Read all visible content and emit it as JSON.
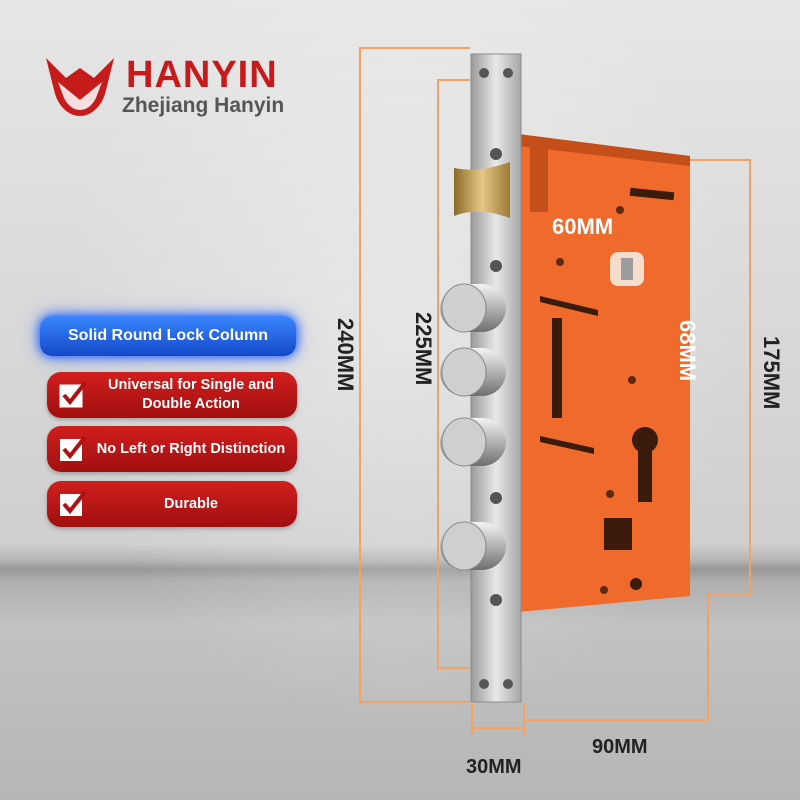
{
  "brand": {
    "name": "HANYIN",
    "subtitle": "Zhejiang Hanyin",
    "logo_icon": "hanyin-logo-icon",
    "brand_color": "#c71b1b"
  },
  "features": {
    "highlight": "Solid Round Lock Column",
    "items": [
      {
        "label": "Universal for Single and Double Action",
        "icon": "checkbox-icon"
      },
      {
        "label": "No Left or Right Distinction",
        "icon": "checkbox-icon"
      },
      {
        "label": "Durable",
        "icon": "checkbox-icon"
      }
    ]
  },
  "dimensions": {
    "total_height": "240MM",
    "bolt_span": "225MM",
    "body_height": "175MM",
    "backset": "60MM",
    "center_distance": "68MM",
    "faceplate_width": "30MM",
    "body_depth": "90MM"
  },
  "colors": {
    "lock_body": "#f06a2c",
    "faceplate": "#c8c8c8",
    "latch": "#c9a45b",
    "dimension_line": "#f2a266"
  }
}
